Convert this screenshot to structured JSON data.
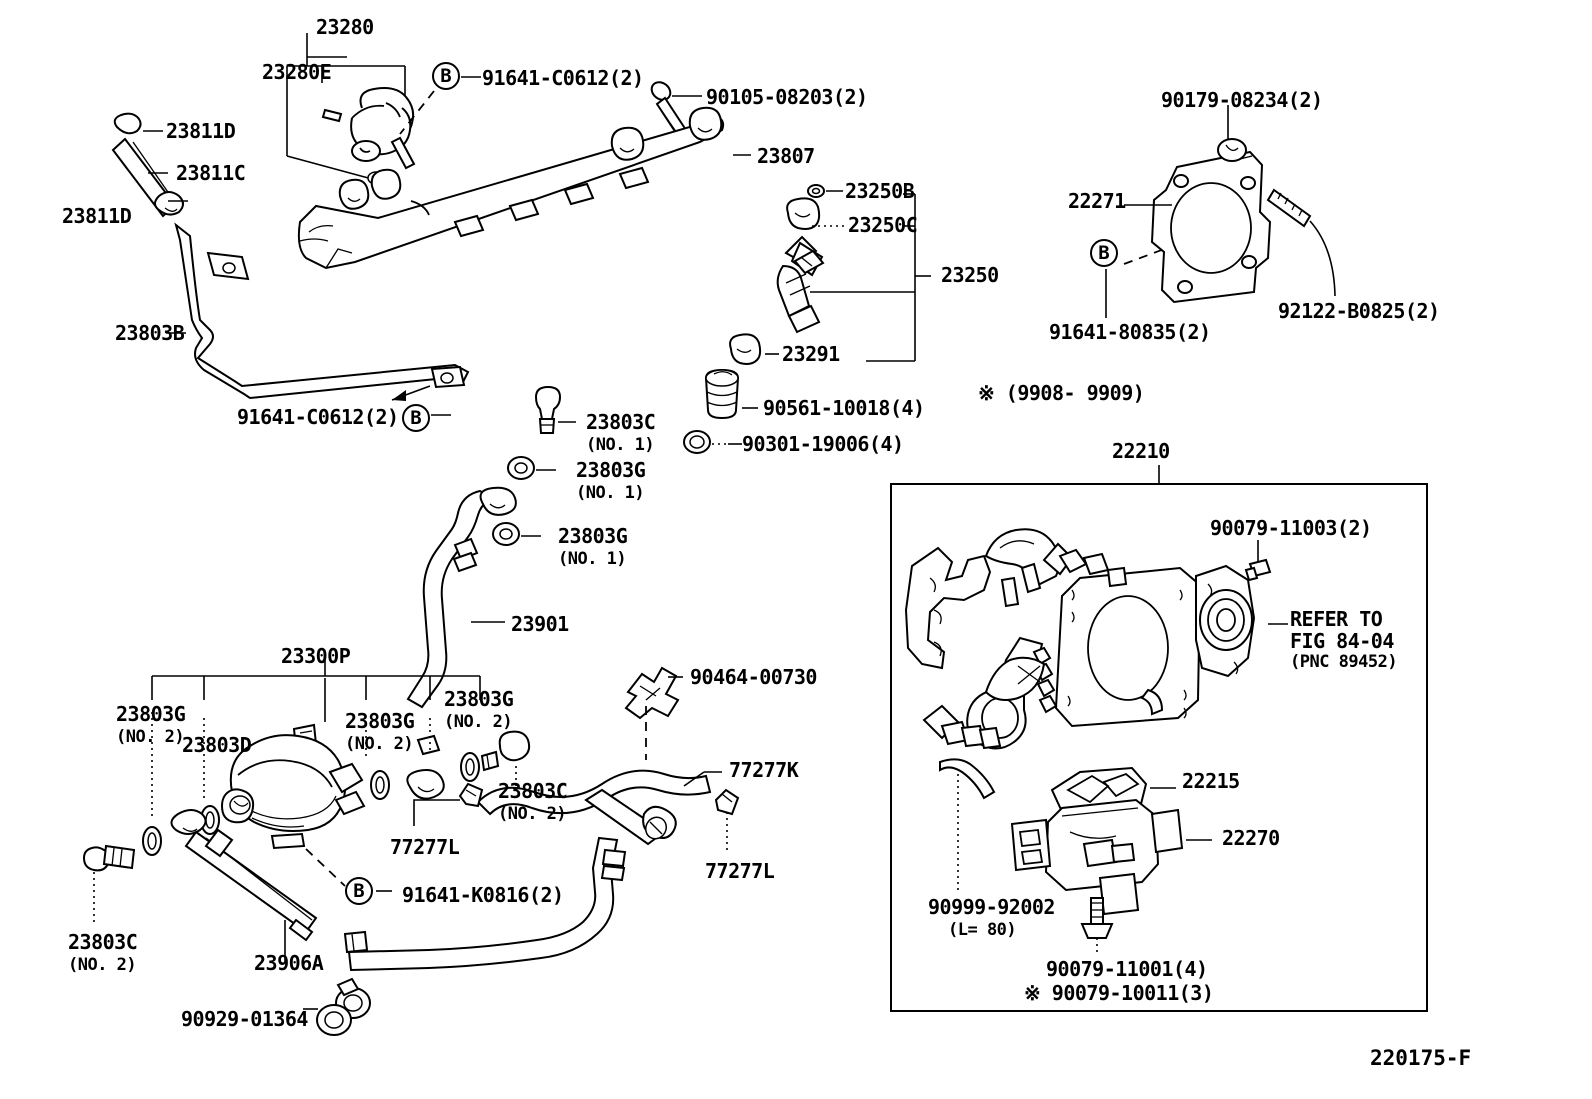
{
  "diagram": {
    "title": "Toyota Fuel Injection System / Throttle Body parts diagram",
    "footer_code": "220175-F",
    "date_note": "※ (9908- 9909)"
  },
  "labels": {
    "p23280": "23280",
    "p23280e": "23280E",
    "p91641c0612_top": "91641-C0612(2)",
    "p90105_08203": "90105-08203(2)",
    "p23807": "23807",
    "p23811d_top": "23811D",
    "p23811c": "23811C",
    "p23811d_bot": "23811D",
    "p23803b": "23803B",
    "p91641c0612_bot": "91641-C0612(2)",
    "p23250b": "23250B",
    "p23250c": "23250C",
    "p23250": "23250",
    "p23291": "23291",
    "p90561_10018": "90561-10018(4)",
    "p90301_19006": "90301-19006(4)",
    "p90179_08234": "90179-08234(2)",
    "p22271": "22271",
    "p91641_80835": "91641-80835(2)",
    "p92122_b0825": "92122-B0825(2)",
    "p23803c_no1": "23803C",
    "p23803c_no1_sub": "(NO. 1)",
    "p23803g_no1_a": "23803G",
    "p23803g_no1_a_sub": "(NO. 1)",
    "p23803g_no1_b": "23803G",
    "p23803g_no1_b_sub": "(NO. 1)",
    "p23901": "23901",
    "p23300p": "23300P",
    "p23803g_no2_a": "23803G",
    "p23803g_no2_a_sub": "(NO. 2)",
    "p23803d": "23803D",
    "p23803g_no2_b": "23803G",
    "p23803g_no2_b_sub": "(NO. 2)",
    "p23803g_no2_c": "23803G",
    "p23803g_no2_c_sub": "(NO. 2)",
    "p23803c_no2_mid": "23803C",
    "p23803c_no2_mid_sub": "(NO. 2)",
    "p90464_00730": "90464-00730",
    "p77277k": "77277K",
    "p77277l_left": "77277L",
    "p77277l_right": "77277L",
    "p91641_k0816": "91641-K0816(2)",
    "p23803c_no2_left": "23803C",
    "p23803c_no2_left_sub": "(NO. 2)",
    "p23906a": "23906A",
    "p90929_01364": "90929-01364",
    "p22210": "22210",
    "p90079_11003": "90079-11003(2)",
    "p_refer_1": "REFER TO",
    "p_refer_2": "FIG 84-04",
    "p_refer_3": "(PNC 89452)",
    "p22215": "22215",
    "p22270": "22270",
    "p90999_92002": "90999-92002",
    "p90999_92002_sub": "(L= 80)",
    "p90079_11001": "90079-11001(4)",
    "p90079_10011": "※ 90079-10011(3)"
  },
  "bubbles": {
    "b_top": "B",
    "b_left": "B",
    "b_throttle": "B",
    "b_filter": "B"
  },
  "colors": {
    "ink": "#000000",
    "paper": "#ffffff"
  }
}
